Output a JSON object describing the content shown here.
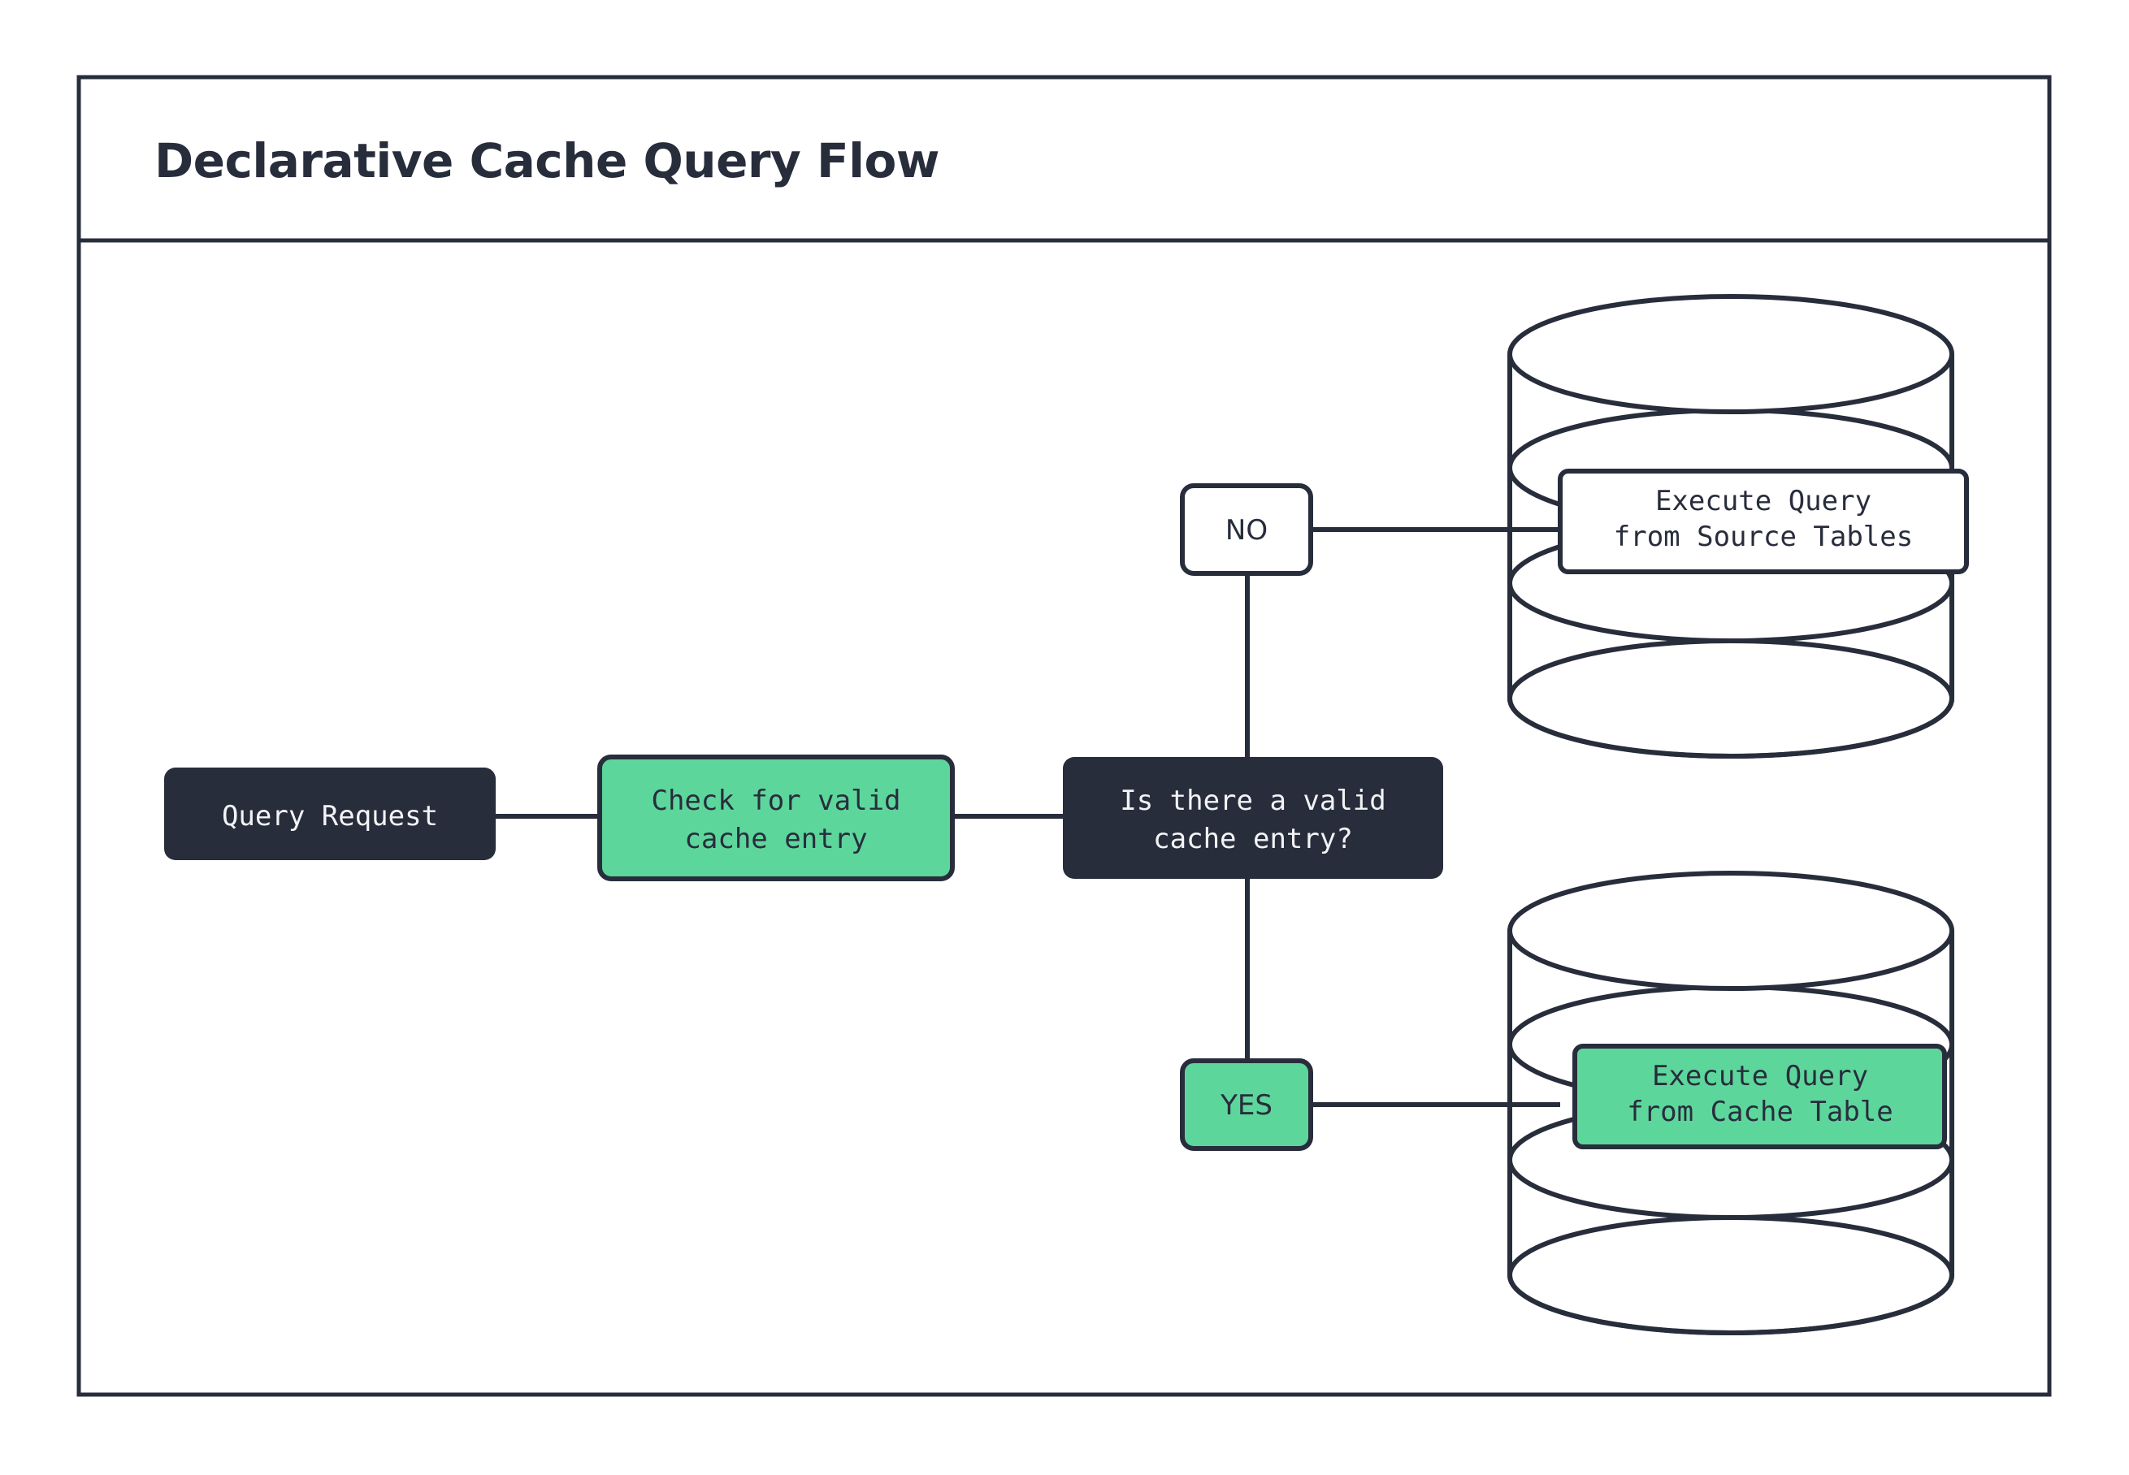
{
  "frame": {
    "title": "Declarative Cache Query Flow"
  },
  "colors": {
    "dark": "#282d3c",
    "green": "#5dd69c",
    "white": "#ffffff",
    "text_light": "#f2f3f5"
  },
  "nodes": {
    "start": {
      "label": "Query Request"
    },
    "check": {
      "label_line1": "Check for valid",
      "label_line2": "cache entry"
    },
    "decision": {
      "label_line1": "Is there a valid",
      "label_line2": "cache entry?"
    },
    "branch_no": {
      "label": "NO"
    },
    "branch_yes": {
      "label": "YES"
    },
    "source_db": {
      "label_line1": "Execute Query",
      "label_line2": "from Source Tables"
    },
    "cache_db": {
      "label_line1": "Execute Query",
      "label_line2": "from Cache Table"
    }
  },
  "edges": [
    {
      "from": "start",
      "to": "check"
    },
    {
      "from": "check",
      "to": "decision"
    },
    {
      "from": "decision",
      "to": "branch_no"
    },
    {
      "from": "decision",
      "to": "branch_yes"
    },
    {
      "from": "branch_no",
      "to": "source_db"
    },
    {
      "from": "branch_yes",
      "to": "cache_db"
    }
  ]
}
